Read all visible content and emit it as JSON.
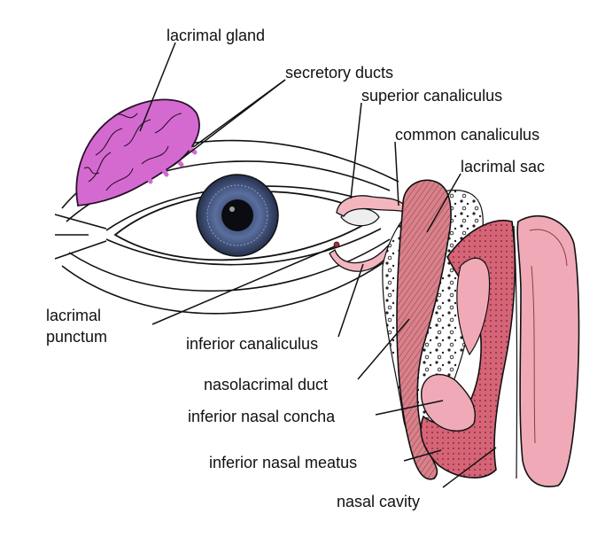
{
  "labels": {
    "lacrimal_gland": "lacrimal gland",
    "secretory_ducts": "secretory ducts",
    "superior_canaliculus": "superior canaliculus",
    "common_canaliculus": "common canaliculus",
    "lacrimal_sac": "lacrimal sac",
    "lacrimal_punctum_line1": "lacrimal",
    "lacrimal_punctum_line2": "punctum",
    "inferior_canaliculus": "inferior canaliculus",
    "nasolacrimal_duct": "nasolacrimal duct",
    "inferior_nasal_concha": "inferior nasal concha",
    "inferior_nasal_meatus": "inferior nasal meatus",
    "nasal_cavity": "nasal cavity"
  },
  "colors": {
    "gland": "#d46ad0",
    "gland_outline": "#2a102a",
    "duct_pink": "#f3b6bf",
    "sac": "#d9818a",
    "mucosa": "#d66477",
    "mucosa_light": "#f0aab7",
    "iris": "#4a5f8d",
    "pupil": "#0b0b12",
    "line": "#111111"
  }
}
